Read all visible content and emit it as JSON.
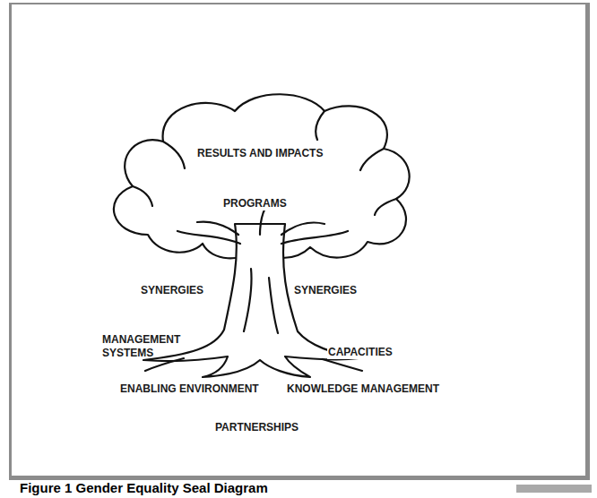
{
  "diagram": {
    "caption": "Figure 1 Gender Equality Seal Diagram",
    "labels": [
      "RESULTS AND IMPACTS",
      "PROGRAMS",
      "SYNERGIES",
      "SYNERGIES",
      "MANAGEMENT SYSTEMS",
      "CAPACITIES",
      "ENABLING ENVIRONMENT",
      "KNOWLEDGE MANAGEMENT",
      "PARTNERSHIPS"
    ]
  }
}
